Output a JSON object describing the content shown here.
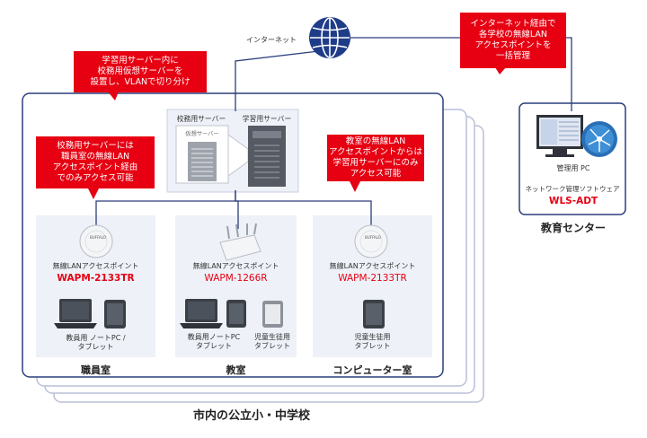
{
  "internet": {
    "label": "インターネット"
  },
  "callouts": {
    "server": "学習用サーバー内に\n校務用仮想サーバーを\n設置し、VLANで切り分け",
    "internet_mgmt": "インターネット経由で\n各学校の無線LAN\nアクセスポイントを\n一括管理",
    "staff_room": "校務用サーバーには\n職員室の無線LAN\nアクセスポイント経由\nでのみアクセス可能",
    "classroom": "教室の無線LAN\nアクセスポイントからは\n学習用サーバーにのみ\nアクセス可能"
  },
  "servers": {
    "admin": "校務用サーバー",
    "learning": "学習用サーバー",
    "virtual": "仮想サーバー"
  },
  "edu_center": {
    "pc_label": "管理用 PC",
    "software_label": "ネットワーク管理ソフトウェア",
    "software_name": "WLS-ADT",
    "title": "教育センター"
  },
  "rooms": [
    {
      "ap_label": "無線LANアクセスポイント",
      "model": "WAPM-2133TR",
      "devices_label": "教員用 ノートPC /\nタブレット",
      "name": "職員室"
    },
    {
      "ap_label": "無線LANアクセスポイント",
      "model": "WAPM-1266R",
      "devices_label_1": "教員用ノートPC\nタブレット",
      "devices_label_2": "児童生徒用\nタブレット",
      "name": "教室"
    },
    {
      "ap_label": "無線LANアクセスポイント",
      "model": "WAPM-2133TR",
      "devices_label": "児童生徒用\nタブレット",
      "name": "コンピューター室"
    }
  ],
  "school_title": "市内の公立小・中学校"
}
